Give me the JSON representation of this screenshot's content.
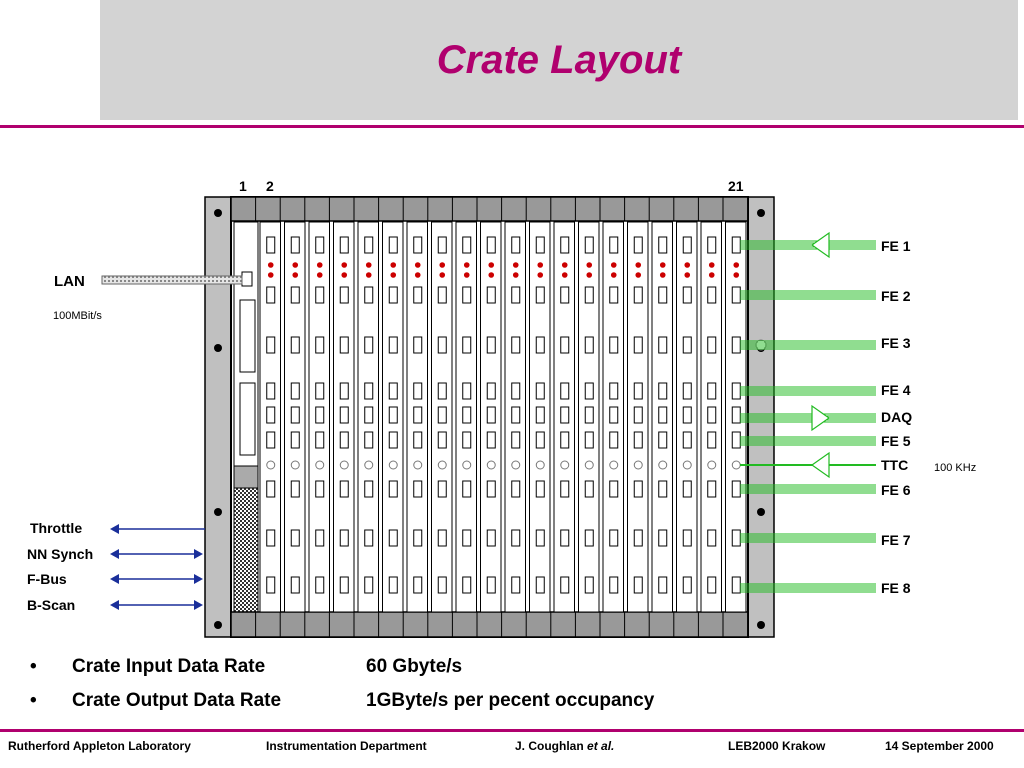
{
  "title": "Crate Layout",
  "slot_numbers": {
    "first": "1",
    "second": "2",
    "last": "21"
  },
  "lan": {
    "label": "LAN",
    "speed": "100MBit/s"
  },
  "fe_labels": [
    "FE 1",
    "FE 2",
    "FE 3",
    "FE 4",
    "DAQ",
    "FE 5",
    "TTC",
    "FE 6",
    "FE 7",
    "FE 8"
  ],
  "ttc_freq": "100 KHz",
  "left_signals": [
    "Throttle",
    "NN Synch",
    "F-Bus",
    "B-Scan"
  ],
  "bullets": [
    {
      "marker": "•",
      "label": "Crate Input Data Rate",
      "value": "60 Gbyte/s"
    },
    {
      "marker": "•",
      "label": "Crate Output Data Rate",
      "value": "1GByte/s per pecent occupancy"
    }
  ],
  "footer": {
    "lab": "Rutherford Appleton Laboratory",
    "dept": "Instrumentation Department",
    "author": "J. Coughlan",
    "author_suffix": "et al.",
    "conf": "LEB2000 Krakow",
    "date": "14 September 2000"
  },
  "colors": {
    "accent": "#b0006e",
    "fibre": "#22bb22",
    "signal": "#1a2f9a",
    "led": "#cc0000"
  }
}
